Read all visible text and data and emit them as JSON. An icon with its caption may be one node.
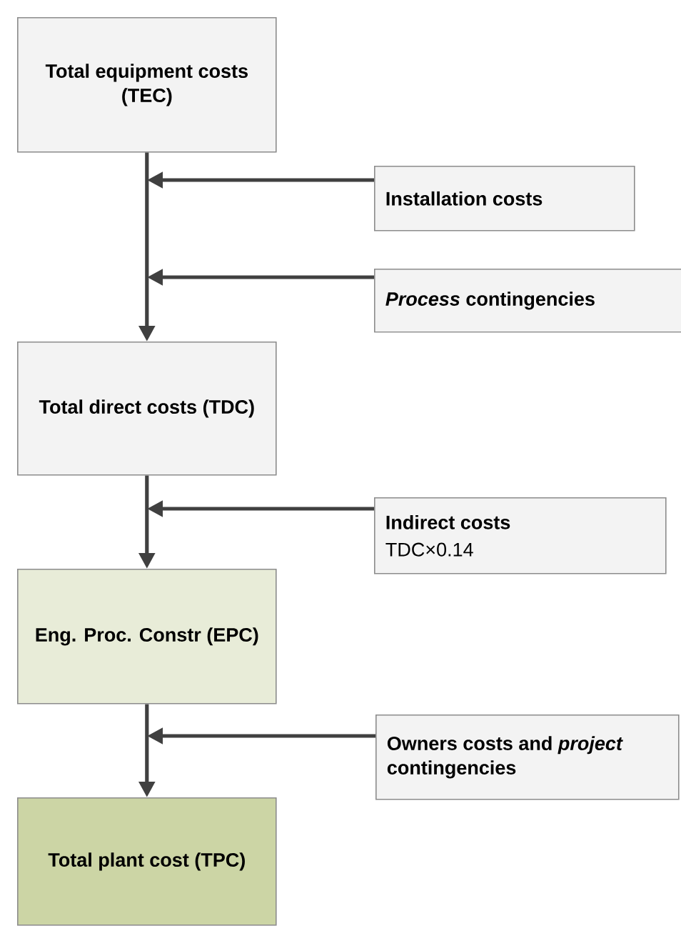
{
  "diagram": {
    "nodes": [
      {
        "text": [
          "Total equipment costs (TEC)"
        ]
      },
      {
        "text": [
          "Installation costs"
        ]
      },
      {
        "text": [
          "*Process* contingencies"
        ]
      },
      {
        "text": [
          "Total direct costs (TDC)"
        ]
      },
      {
        "text": [
          "Indirect costs",
          "TDC×0.14"
        ]
      },
      {
        "text": [
          "Eng. Proc. Constr (EPC)"
        ]
      },
      {
        "text": [
          "Owners costs and *project* contingencies"
        ]
      },
      {
        "text": [
          "Total plant cost (TPC)"
        ]
      }
    ],
    "edges": [
      {
        "from": 0,
        "to": 3,
        "arrow": "to"
      },
      {
        "from": 1,
        "to": null,
        "arrow": "to"
      },
      {
        "from": 2,
        "to": null,
        "arrow": "to"
      },
      {
        "from": 3,
        "to": 5,
        "arrow": "to"
      },
      {
        "from": 4,
        "to": null,
        "arrow": "to"
      },
      {
        "from": 5,
        "to": 7,
        "arrow": "to"
      },
      {
        "from": 6,
        "to": null,
        "arrow": "to"
      }
    ]
  }
}
